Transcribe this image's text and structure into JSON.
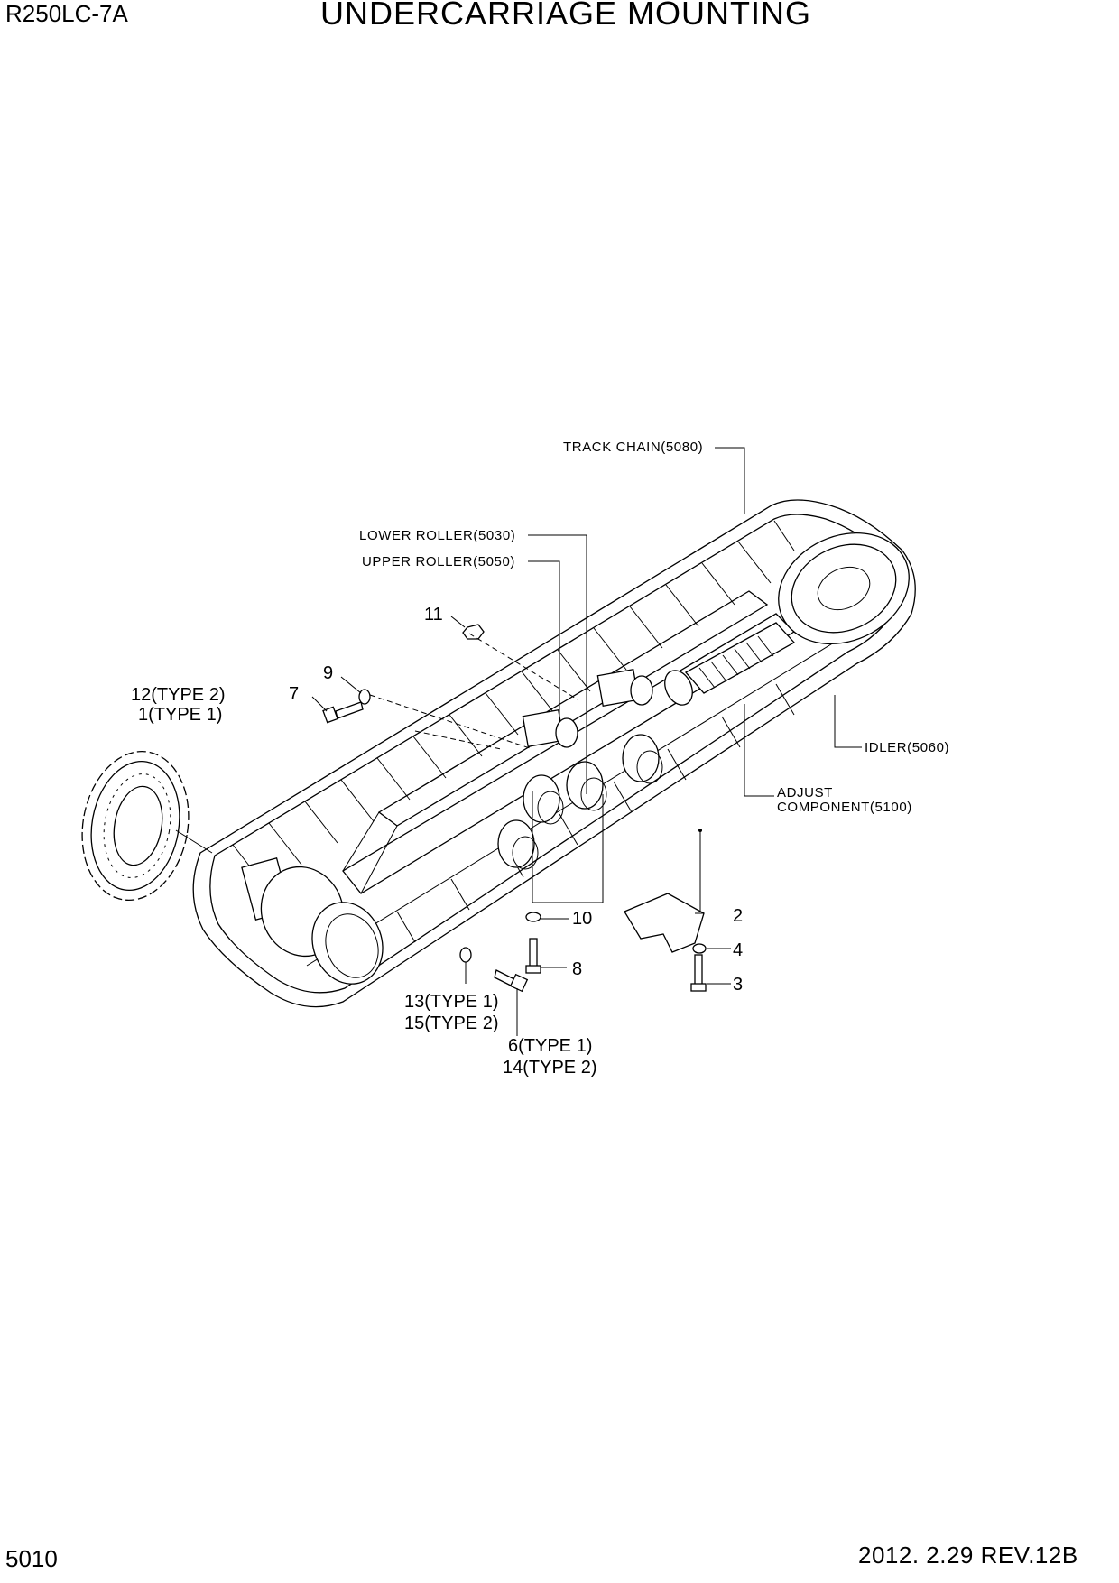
{
  "header": {
    "model": "R250LC-7A",
    "title": "UNDERCARRIAGE MOUNTING"
  },
  "footer": {
    "page_number": "5010",
    "revision": "2012. 2.29  REV.12B"
  },
  "callouts": {
    "track_chain": "TRACK CHAIN(5080)",
    "lower_roller": "LOWER ROLLER(5030)",
    "upper_roller": "UPPER ROLLER(5050)",
    "idler": "IDLER(5060)",
    "adjust_line1": "ADJUST",
    "adjust_line2": "COMPONENT(5100)",
    "p11": "11",
    "p9": "9",
    "p7": "7",
    "p12": "12(TYPE 2)",
    "p1": "1(TYPE 1)",
    "p10": "10",
    "p2": "2",
    "p4": "4",
    "p8": "8",
    "p3": "3",
    "p13": "13(TYPE 1)",
    "p15": "15(TYPE 2)",
    "p6": "6(TYPE 1)",
    "p14": "14(TYPE 2)"
  }
}
